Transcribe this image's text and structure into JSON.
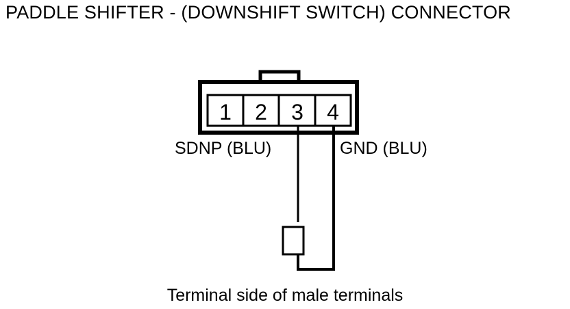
{
  "diagram": {
    "title": "PADDLE SHIFTER  -  (DOWNSHIFT SWITCH) CONNECTOR",
    "caption": "Terminal side of male terminals",
    "view_type": "terminal-side-male",
    "colors": {
      "line": "#000000",
      "background": "#ffffff"
    }
  },
  "connector": {
    "cavity_count": 4,
    "pins": [
      {
        "number": "1",
        "circuit": "",
        "wire_color": "",
        "labeled": false
      },
      {
        "number": "2",
        "circuit": "",
        "wire_color": "",
        "labeled": false
      },
      {
        "number": "3",
        "circuit": "SDNP",
        "wire_color": "BLU",
        "labeled": true
      },
      {
        "number": "4",
        "circuit": "GND",
        "wire_color": "BLU",
        "labeled": true
      }
    ],
    "latch_tab": "top-center"
  },
  "labels": {
    "pin3": "SDNP (BLU)",
    "pin4": "GND (BLU)"
  }
}
